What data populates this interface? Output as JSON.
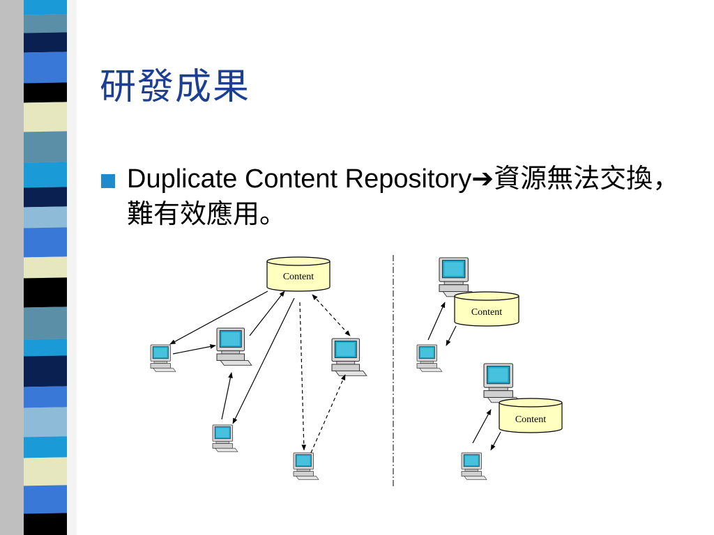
{
  "slide": {
    "title": "研發成果",
    "bullet": {
      "prefix": "Duplicate Content Repository",
      "arrow": "➔",
      "suffix": "資源無法交換，難有效應用。"
    }
  },
  "diagram": {
    "shared_repository_label": "Content",
    "left_node_repository_label": "Content",
    "right_node_repository_label": "Content"
  },
  "colors": {
    "title": "#1c3f94",
    "bullet": "#1e8ccc",
    "repository_fill": "#ffffc0",
    "stripes": [
      "#5b8fa8",
      "#0a2050",
      "#3a78d8",
      "#000000",
      "#e6e6bf",
      "#8ebcd8",
      "#1a9bd8",
      "#f0f0f0",
      "#000a30",
      "#c0c0c0"
    ]
  }
}
